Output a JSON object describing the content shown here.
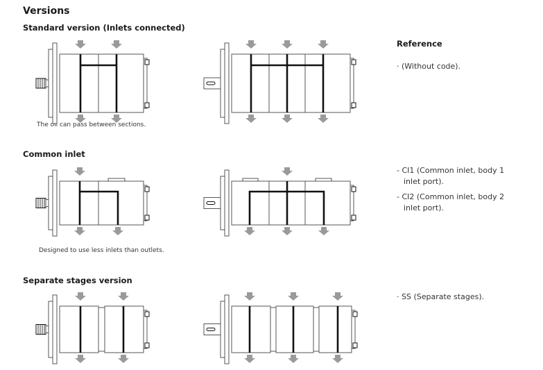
{
  "title": "Versions",
  "reference_heading": "Reference",
  "sections": [
    {
      "heading": "Standard version (Inlets connected)",
      "caption": "The oil can pass between sections.",
      "references": [
        "· (Without code)."
      ]
    },
    {
      "heading": "Common inlet",
      "caption": "Designed to use less inlets than outlets.",
      "references": [
        "- CI1 (Common inlet, body 1",
        "inlet port).",
        "- CI2 (Common inlet, body 2",
        "inlet port)."
      ]
    },
    {
      "heading": "Separate stages version",
      "caption": "",
      "references": [
        "· SS (Separate stages)."
      ]
    }
  ],
  "colors": {
    "arrow": "#9a9a9a",
    "line": "#111111",
    "outline": "#555555"
  }
}
